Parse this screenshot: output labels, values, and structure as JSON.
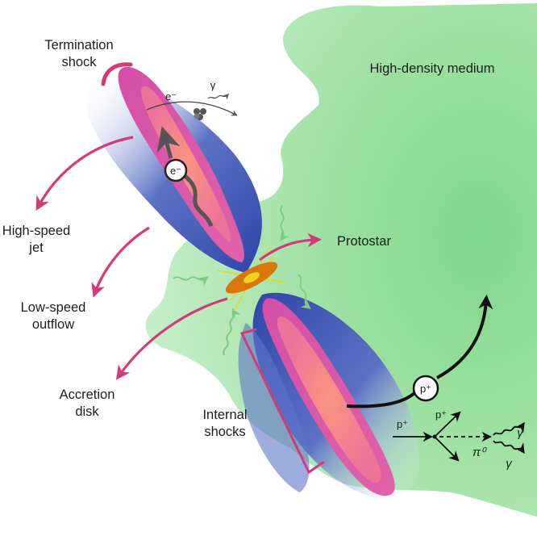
{
  "labels": {
    "termination_shock": [
      "Termination",
      "shock"
    ],
    "high_density_medium": "High-density medium",
    "high_speed_jet": [
      "High-speed",
      "jet"
    ],
    "low_speed_outflow": [
      "Low-speed",
      "outflow"
    ],
    "accretion_disk": [
      "Accretion",
      "disk"
    ],
    "protostar": "Protostar",
    "internal_shocks": [
      "Internal",
      "shocks"
    ]
  },
  "particles": {
    "electron": "e⁻",
    "gamma": "γ",
    "proton": "p⁺",
    "pion": "π⁰"
  },
  "colors": {
    "cloud": "#9fe0a4",
    "cloud_core": "#7fd68a",
    "jet_blue": "#3a4fb0",
    "jet_magenta": "#d44fa8",
    "jet_core": "#f08a8a",
    "arrow_pink": "#d23a7a",
    "disk_orange": "#d9760c",
    "disk_yellow": "#f2d21a"
  }
}
